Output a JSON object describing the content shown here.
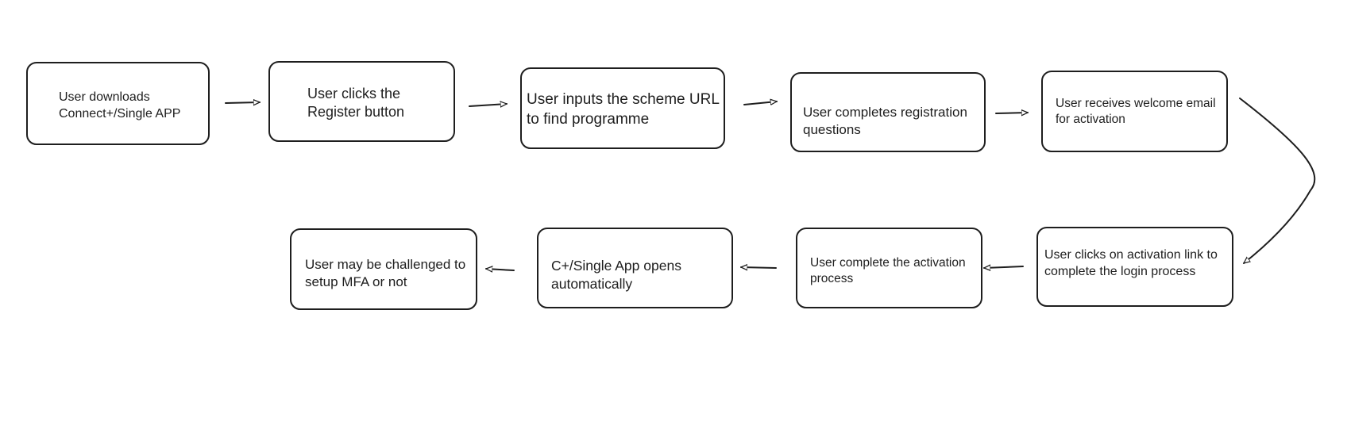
{
  "diagram": {
    "nodes": [
      {
        "id": "download-app",
        "label": "User downloads\nConnect+/Single APP"
      },
      {
        "id": "click-register",
        "label": "User clicks the\nRegister button"
      },
      {
        "id": "input-scheme-url",
        "label": "User inputs the scheme URL\nto find programme"
      },
      {
        "id": "complete-registration",
        "label": "User completes registration\n questions"
      },
      {
        "id": "welcome-email",
        "label": "User receives welcome email\nfor activation"
      },
      {
        "id": "click-activation-link",
        "label": "User clicks on activation link to\ncomplete the login process"
      },
      {
        "id": "complete-activation",
        "label": "User complete the activation\nprocess"
      },
      {
        "id": "app-opens",
        "label": "C+/Single App opens\nautomatically"
      },
      {
        "id": "mfa-challenge",
        "label": "User may be challenged to\nsetup MFA or not"
      }
    ],
    "edges": [
      {
        "from": "download-app",
        "to": "click-register"
      },
      {
        "from": "click-register",
        "to": "input-scheme-url"
      },
      {
        "from": "input-scheme-url",
        "to": "complete-registration"
      },
      {
        "from": "complete-registration",
        "to": "welcome-email"
      },
      {
        "from": "welcome-email",
        "to": "click-activation-link"
      },
      {
        "from": "click-activation-link",
        "to": "complete-activation"
      },
      {
        "from": "complete-activation",
        "to": "app-opens"
      },
      {
        "from": "app-opens",
        "to": "mfa-challenge"
      }
    ]
  }
}
